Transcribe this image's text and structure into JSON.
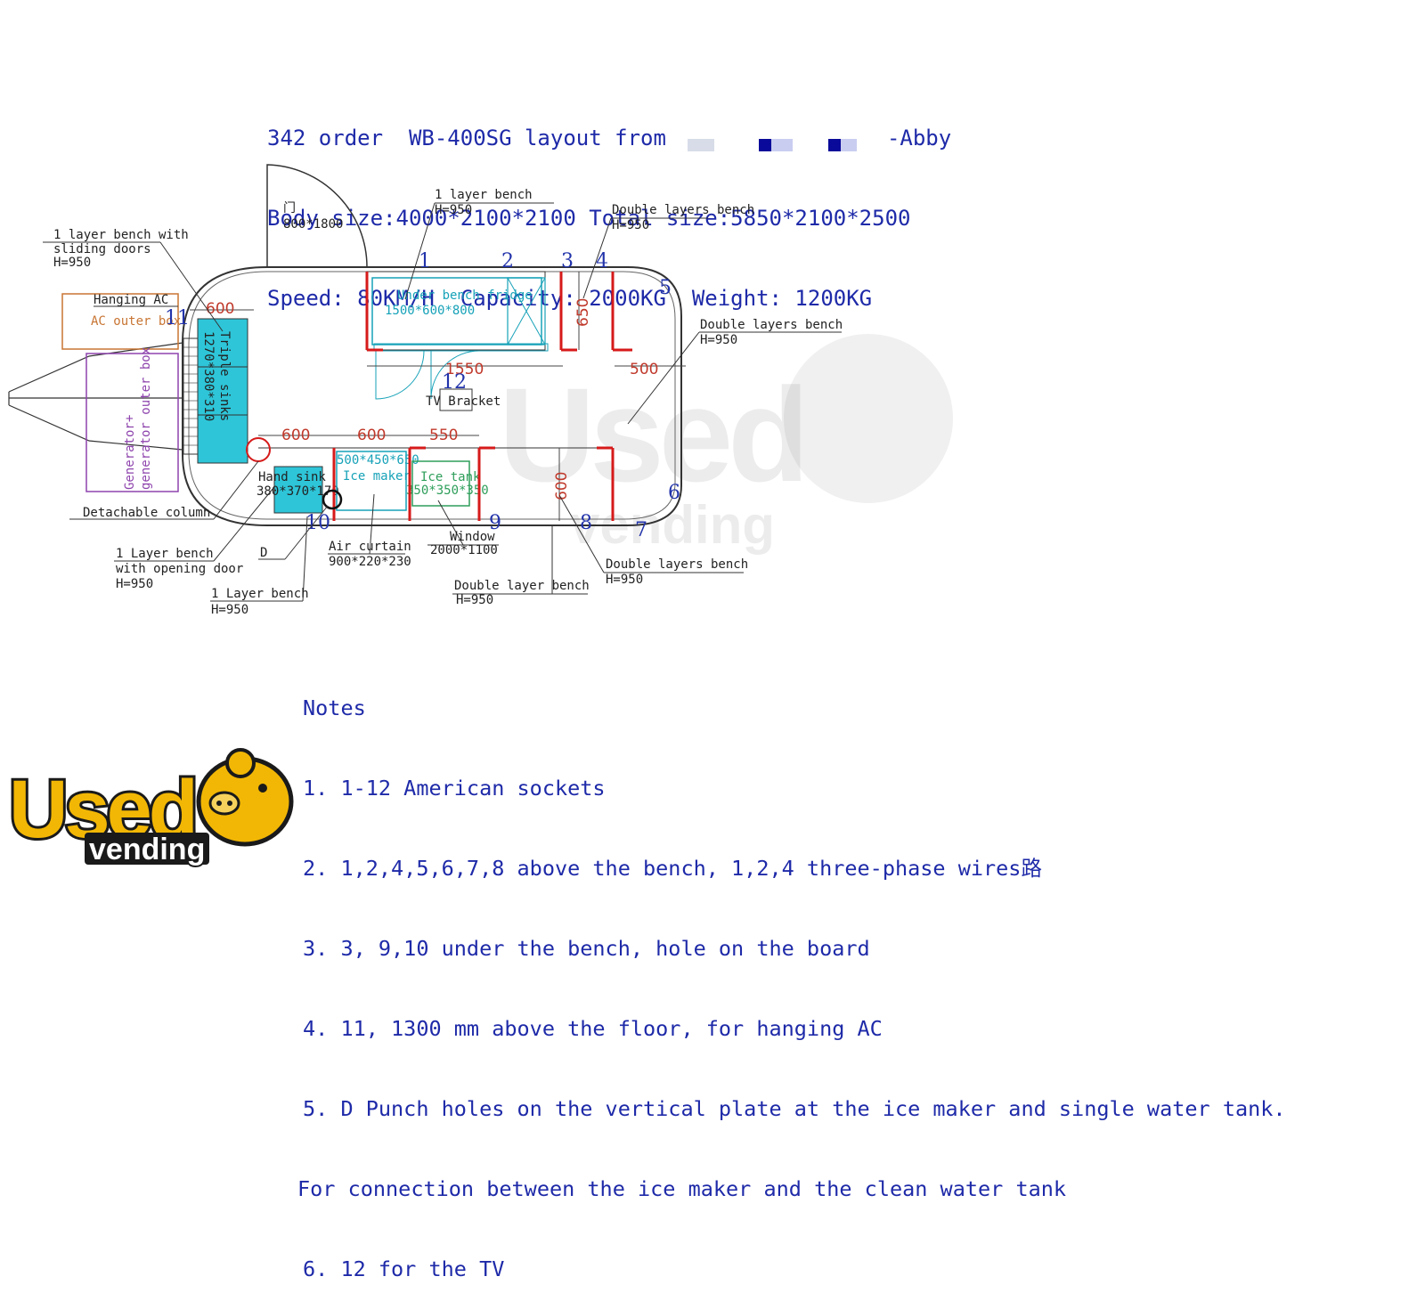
{
  "header": {
    "line1": "342 order  WB-400SG layout from",
    "line1_suffix": "-Abby",
    "line2": "Body size:4000*2100*2100 Total size:5850*2100*2500",
    "line3": "Speed: 80KM/H  Capacity: 2000KG  Weight: 1200KG"
  },
  "door": {
    "label": "门",
    "size": "800*1800"
  },
  "callouts": {
    "bench_top_1": {
      "title": "1 layer bench",
      "h": "H=950"
    },
    "bench_top_double": {
      "title": "Double layers bench",
      "h": "H=950"
    },
    "bench_right_double": {
      "title": "Double layers bench",
      "h": "H=950"
    },
    "bench_sliding": {
      "title": "1 layer bench with",
      "title2": "sliding doors",
      "h": "H=950"
    },
    "hanging_ac": "Hanging AC",
    "ac_outer": "AC outer box",
    "generator": "Generator+",
    "generator2": "generator outer box",
    "triple_sinks": "Triple sinks",
    "triple_sinks_size": "1270*380*310",
    "fridge": "Under bench fridge",
    "fridge_size": "1500*600*800",
    "tv": "TV Bracket",
    "hand_sink": "Hand sink",
    "hand_sink_size": "380*370*170",
    "ice_maker_size": "500*450*650",
    "ice_maker": "Ice maker",
    "ice_tank": "Ice tank",
    "ice_tank_size": "350*350*350",
    "detachable": "Detachable column",
    "bench_open": {
      "title": "1 Layer bench",
      "title2": "with opening door",
      "h": "H=950"
    },
    "d": "D",
    "bench_low": {
      "title": "1 Layer bench",
      "h": "H=950"
    },
    "air_curtain": "Air curtain",
    "air_curtain_size": "900*220*230",
    "window": "Window",
    "window_size": "2000*1100",
    "double_layer_bench": {
      "title": "Double layer bench",
      "h": "H=950"
    },
    "double_layers_bottom": {
      "title": "Double layers bench",
      "h": "H=950"
    }
  },
  "dimensions": {
    "d600_top": "600",
    "d650": "650",
    "d1550": "1550",
    "d500": "500",
    "d600_a": "600",
    "d600_b": "600",
    "d550": "550",
    "d600_v": "600"
  },
  "sockets": [
    "1",
    "2",
    "3",
    "4",
    "5",
    "6",
    "7",
    "8",
    "9",
    "10",
    "11",
    "12"
  ],
  "notes": {
    "title": "Notes",
    "items": [
      "1. 1-12 American sockets",
      "2. 1,2,4,5,6,7,8 above the bench, 1,2,4 three-phase wires路",
      "3. 3, 9,10 under the bench, hole on the board",
      "4. 11, 1300 mm above the floor, for hanging AC",
      "5. D Punch holes on the vertical plate at the ice maker and single water tank.",
      "For connection between the ice maker and the clean water tank",
      "6. 12 for the TV"
    ]
  },
  "logo": {
    "used": "Used",
    "vending": "vending"
  },
  "colors": {
    "text_blue": "#1e2aa8",
    "dim_red": "#c0392b",
    "cyan": "#17a2b8",
    "logo_yellow": "#f2b705"
  }
}
